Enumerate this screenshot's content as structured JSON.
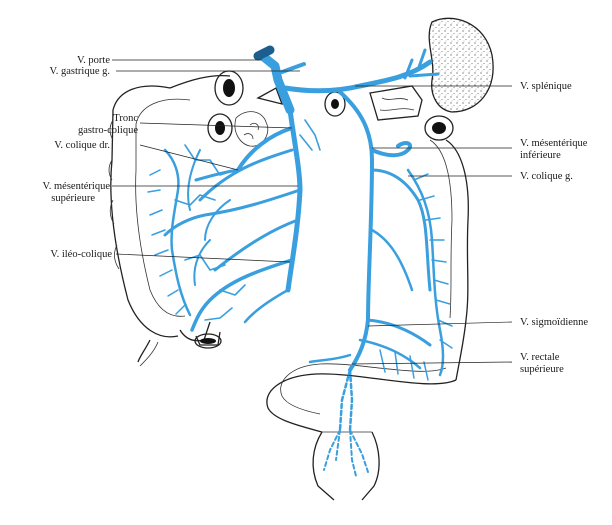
{
  "colors": {
    "vein": "#3a9fde",
    "vein_dark": "#2f8fd0",
    "outline": "#222222",
    "background": "#ffffff"
  },
  "labels": {
    "v_porte": "V. porte",
    "v_gastrique_g": "V. gastrique g.",
    "tronc_1": "Tronc",
    "tronc_2": "gastro-colique",
    "v_colique_dr": "V. colique dr.",
    "v_mesenterique_sup_1": "V. mésentérique",
    "v_mesenterique_sup_2": "supérieure",
    "v_ileo_colique": "V. iléo-colique",
    "v_splenique": "V. splénique",
    "v_mesenterique_inf_1": "V. mésentérique",
    "v_mesenterique_inf_2": "inférieure",
    "v_colique_g": "V. colique g.",
    "v_sigmoidienne": "V. sigmoïdienne",
    "v_rectale_sup_1": "V. rectale",
    "v_rectale_sup_2": "supérieure"
  }
}
